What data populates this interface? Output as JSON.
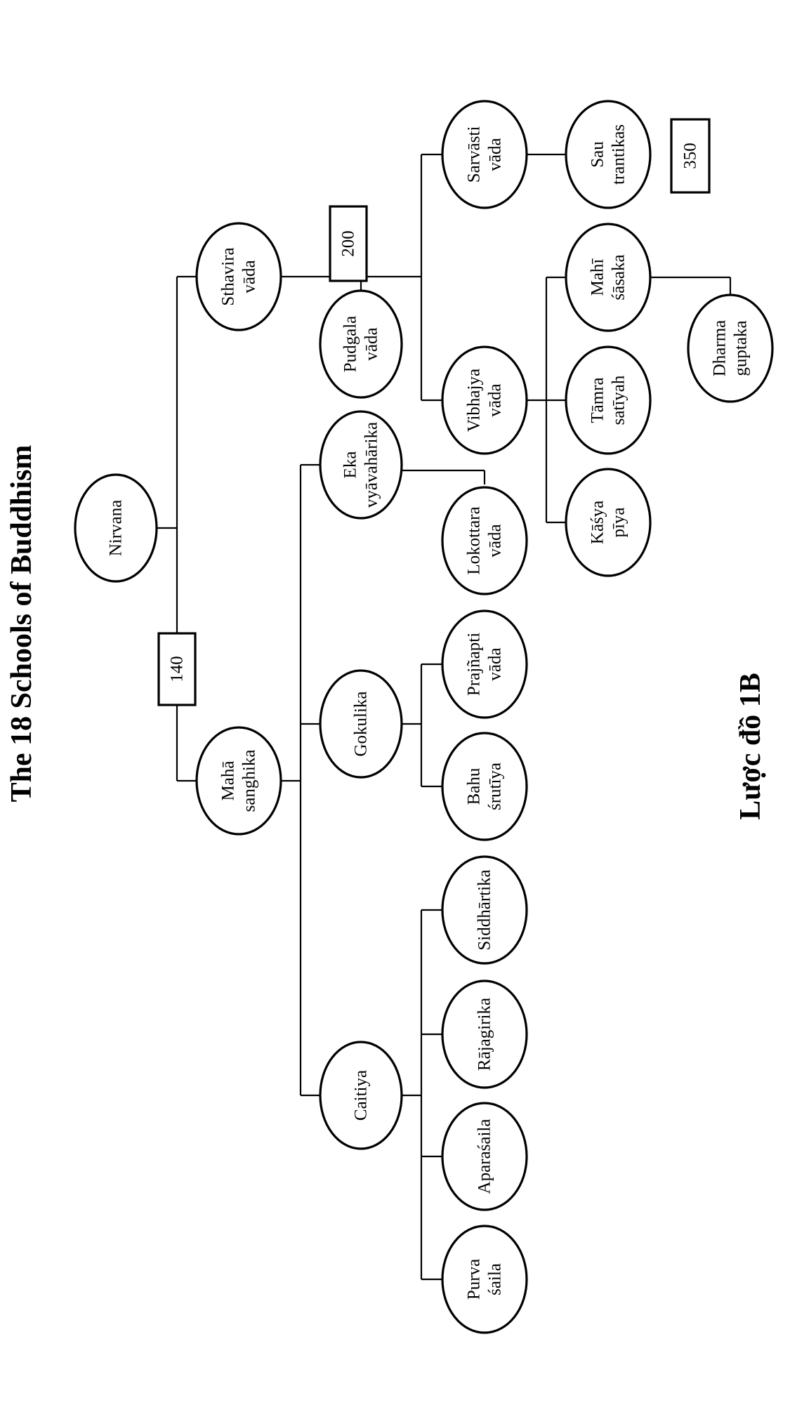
{
  "title": "The 18 Schools of Buddhism",
  "subtitle": "Lược đồ 1B",
  "nodes": {
    "nirvana": [
      "Nirvana"
    ],
    "mahasanghika": [
      "Mahā",
      "sanghika"
    ],
    "sthaviravada": [
      "Sthavira",
      "vāda"
    ],
    "caitiya": [
      "Caitiya"
    ],
    "gokulika": [
      "Gokulika"
    ],
    "ekavyavaharika": [
      "Eka",
      "vyāvahārika"
    ],
    "pudgalavada": [
      "Pudgala",
      "vāda"
    ],
    "purvasaila": [
      "Purva",
      "śaila"
    ],
    "aparasaila": [
      "Aparaśaila"
    ],
    "rajagirika": [
      "Rājagirika"
    ],
    "siddhartika": [
      "Siddhārtika"
    ],
    "bahusrutiya": [
      "Bahu",
      "śrutīya"
    ],
    "prajnaptivada": [
      "Prajñapti",
      "vāda"
    ],
    "lokottaravada": [
      "Lokottara",
      "vāda"
    ],
    "vibhajyavada": [
      "Vibhajya",
      "vāda"
    ],
    "sarvastivada": [
      "Sarvāsti",
      "vāda"
    ],
    "sautrantikas": [
      "Sau",
      "trantikas"
    ],
    "kasyapiya": [
      "Kāśya",
      "pīya"
    ],
    "tamrasatiyah": [
      "Tāmra",
      "satīyah"
    ],
    "mahisasaka": [
      "Mahī",
      "śāsaka"
    ],
    "dharmaguptaka": [
      "Dharma",
      "guptaka"
    ]
  },
  "years": {
    "y140": "140",
    "y200": "200",
    "y350": "350"
  }
}
